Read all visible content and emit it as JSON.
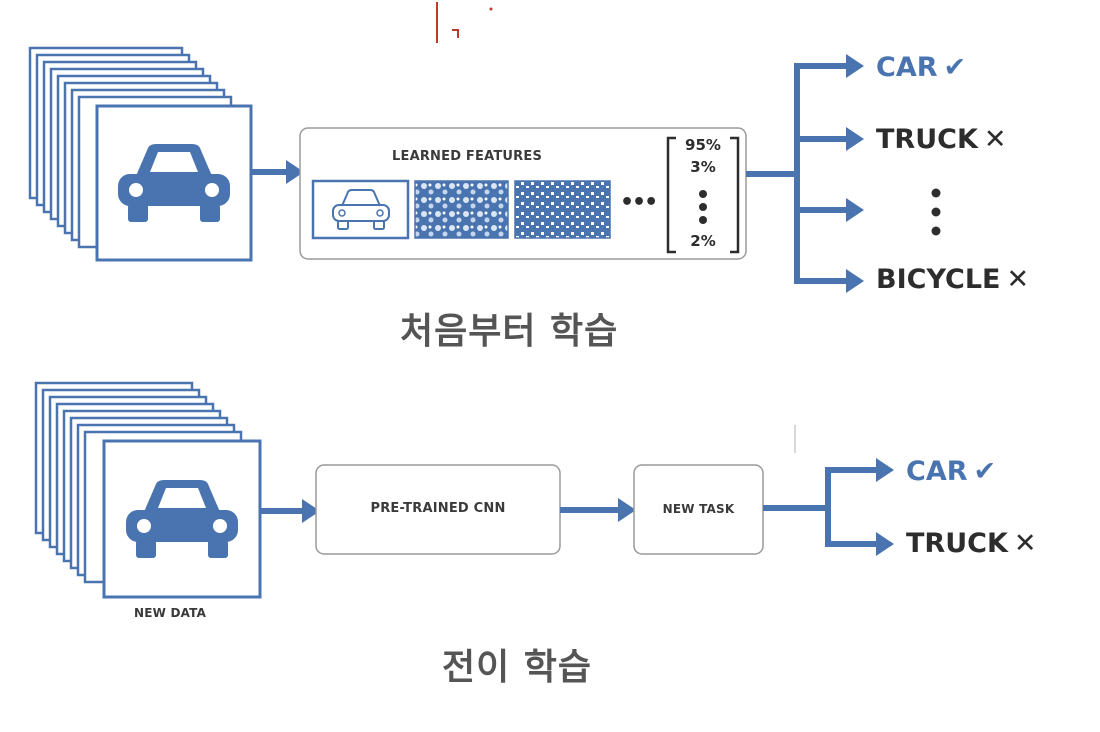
{
  "colors": {
    "accent_blue": "#4a74b0",
    "text_dark": "#2d2d2d",
    "caption_gray": "#555555"
  },
  "top": {
    "features_label": "LEARNED FEATURES",
    "probabilities": [
      "95%",
      "3%",
      "2%"
    ],
    "ellipsis": "•••",
    "outputs": [
      {
        "label": "CAR",
        "mark": "✔"
      },
      {
        "label": "TRUCK",
        "mark": "✕"
      },
      {
        "label": "BICYCLE",
        "mark": "✕"
      }
    ],
    "caption": "처음부터 학습"
  },
  "bottom": {
    "new_data_label": "NEW DATA",
    "cnn_label": "PRE-TRAINED CNN",
    "task_label": "NEW TASK",
    "outputs": [
      {
        "label": "CAR",
        "mark": "✔"
      },
      {
        "label": "TRUCK",
        "mark": "✕"
      }
    ],
    "caption": "전이 학습"
  }
}
